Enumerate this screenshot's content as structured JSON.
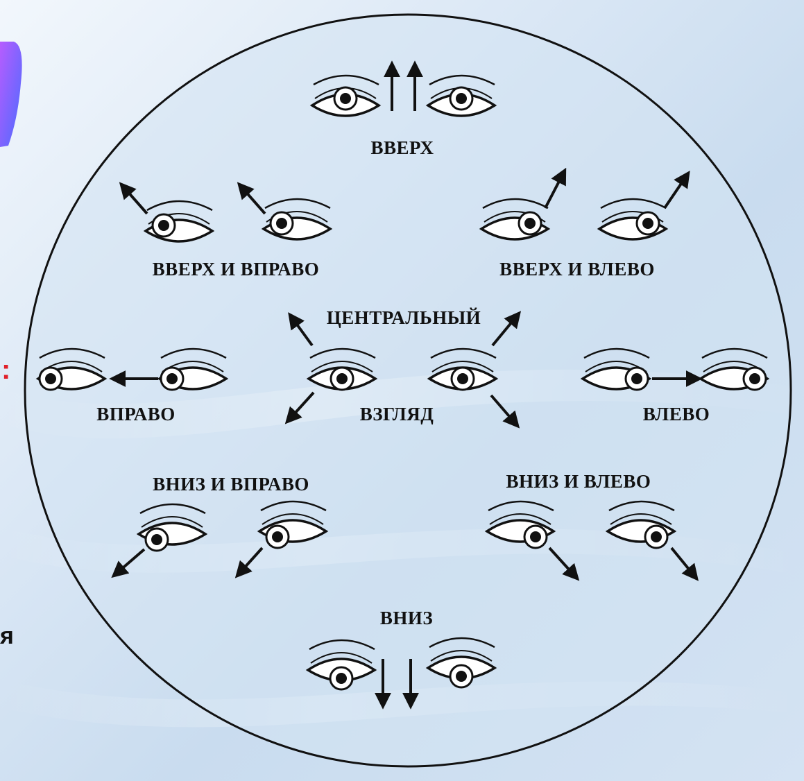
{
  "labels": {
    "up": "ВВЕРХ",
    "up_right": "ВВЕРХ И ВПРАВО",
    "up_left": "ВВЕРХ И ВЛЕВО",
    "central": "ЦЕНТРАЛЬНЫЙ",
    "gaze": "ВЗГЛЯД",
    "right": "ВПРАВО",
    "left": "ВЛЕВО",
    "down_right": "ВНИЗ И ВПРАВО",
    "down_left": "ВНИЗ И ВЛЕВО",
    "down": "ВНИЗ"
  },
  "edge_fragments": {
    "red_colon": ":",
    "letter_ya": "я"
  },
  "colors": {
    "ink": "#111111",
    "fragment_red": "#e0202a",
    "fragment_purple": "#7a3cff",
    "fragment_blue": "#3a5cff"
  },
  "eye_directions": [
    "up",
    "up",
    "up-right",
    "up-right",
    "up-left",
    "up-left",
    "right",
    "right",
    "center",
    "center",
    "left",
    "left",
    "down-right",
    "down-right",
    "down-left",
    "down-left",
    "down",
    "down"
  ]
}
